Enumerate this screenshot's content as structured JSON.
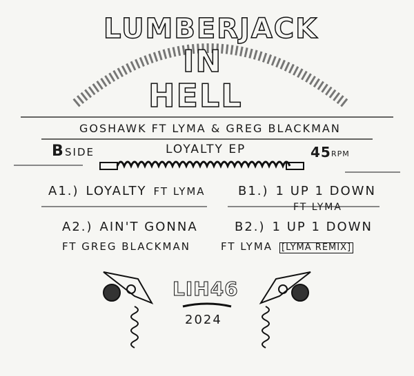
{
  "title": {
    "line1": "LUMBERJACK",
    "line2": "IN",
    "line3": "HELL"
  },
  "artists": "GOSHAWK FT LYMA & GREG BLACKMAN",
  "side": {
    "letter": "B",
    "label": "SIDE"
  },
  "ep_title": "LOYALTY EP",
  "speed": {
    "value": "45",
    "unit": "RPM"
  },
  "tracks": [
    {
      "num": "A1.)",
      "title": "LOYALTY",
      "feat": "FT LYMA",
      "extra": ""
    },
    {
      "num": "A2.)",
      "title": "AIN'T GONNA",
      "feat": "FT GREG BLACKMAN",
      "extra": ""
    },
    {
      "num": "B1.)",
      "title": "1 UP 1 DOWN",
      "feat": "FT LYMA",
      "extra": ""
    },
    {
      "num": "B2.)",
      "title": "1 UP 1 DOWN",
      "feat": "FT LYMA",
      "extra": "[LYMA REMIX]"
    }
  ],
  "catalog": "LIH46",
  "year": "2024"
}
